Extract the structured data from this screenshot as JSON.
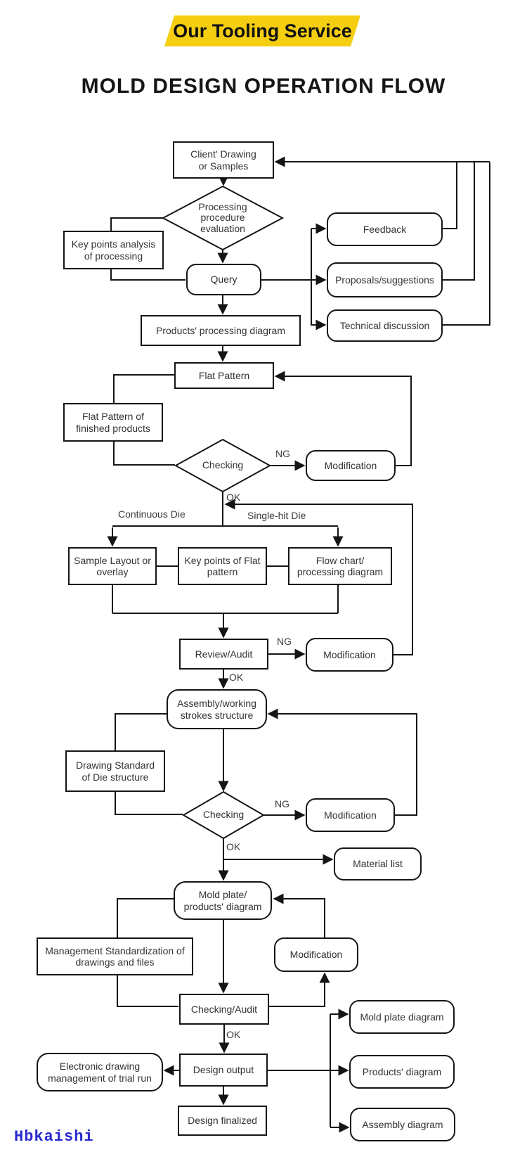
{
  "header": {
    "badge_label": "Our Tooling Service",
    "title": "MOLD DESIGN OPERATION FLOW"
  },
  "labels": {
    "ng": "NG",
    "ok": "OK",
    "continuous_die": "Continuous Die",
    "single_hit_die": "Single-hit Die"
  },
  "nodes": {
    "client_drawing": {
      "label": "Client' Drawing or Samples"
    },
    "processing_evaluation": {
      "label": "Processing procedure evaluation"
    },
    "key_points_analysis": {
      "label": "Key points analysis of processing"
    },
    "query": {
      "label": "Query"
    },
    "feedback": {
      "label": "Feedback"
    },
    "proposals": {
      "label": "Proposals/suggestions"
    },
    "technical_discussion": {
      "label": "Technical discussion"
    },
    "products_processing": {
      "label": "Products' processing diagram"
    },
    "flat_pattern": {
      "label": "Flat Pattern"
    },
    "flat_pattern_finished": {
      "label": "Flat Pattern of finished products"
    },
    "checking_1": {
      "label": "Checking"
    },
    "modification_1": {
      "label": "Modification"
    },
    "sample_layout": {
      "label": "Sample Layout or overlay"
    },
    "key_points_flat": {
      "label": "Key points of Flat pattern"
    },
    "flow_chart": {
      "label": "Flow chart/ processing diagram"
    },
    "review_audit": {
      "label": "Review/Audit"
    },
    "modification_2": {
      "label": "Modification"
    },
    "assembly_structure": {
      "label": "Assembly/working strokes structure"
    },
    "drawing_standard": {
      "label": "Drawing Standard of Die structure"
    },
    "checking_2": {
      "label": "Checking"
    },
    "modification_3": {
      "label": "Modification"
    },
    "material_list": {
      "label": "Material list"
    },
    "mold_plate": {
      "label": "Mold plate/ products' diagram"
    },
    "management_std": {
      "label": "Management Standardization of drawings and files"
    },
    "modification_4": {
      "label": "Modification"
    },
    "checking_audit": {
      "label": "Checking/Audit"
    },
    "mold_plate_diagram": {
      "label": "Mold plate diagram"
    },
    "electronic_drawing": {
      "label": "Electronic drawing management of trial run"
    },
    "design_output": {
      "label": "Design output"
    },
    "products_diagram": {
      "label": "Products' diagram"
    },
    "assembly_diagram": {
      "label": "Assembly diagram"
    },
    "design_finalized": {
      "label": "Design finalized"
    }
  },
  "watermark": {
    "text": "Hbkaishi",
    "color": "#2929CE"
  },
  "colors": {
    "badge_background": "#F5CE11",
    "line": "#151515",
    "text": "#333333"
  }
}
